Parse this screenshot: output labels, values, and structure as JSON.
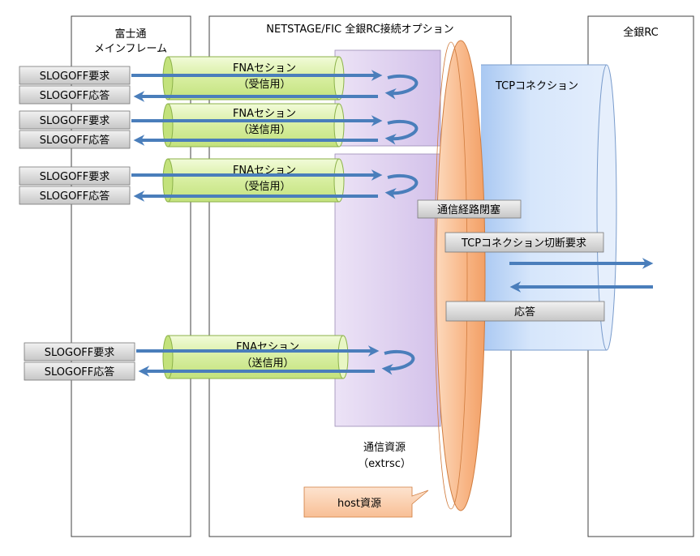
{
  "columns": {
    "fujitsu": [
      "富士通",
      "メインフレーム"
    ],
    "netstage": "NETSTAGE/FIC 全銀RC接続オプション",
    "zengin": "全銀RC"
  },
  "sessions": [
    {
      "title": "FNAセション",
      "sub": "（受信用）",
      "request": "SLOGOFF要求",
      "response": "SLOGOFF応答"
    },
    {
      "title": "FNAセション",
      "sub": "（送信用）",
      "request": "SLOGOFF要求",
      "response": "SLOGOFF応答"
    },
    {
      "title": "FNAセション",
      "sub": "（受信用）",
      "request": "SLOGOFF要求",
      "response": "SLOGOFF応答"
    },
    {
      "title": "FNAセション",
      "sub": "（送信用）",
      "request": "SLOGOFF要求",
      "response": "SLOGOFF応答"
    }
  ],
  "tcp": {
    "title": "TCPコネクション",
    "close_path": "通信経路閉塞",
    "disconnect_request": "TCPコネクション切断要求",
    "response": "応答"
  },
  "resource": [
    "通信資源",
    "（extrsc）"
  ],
  "host_resource": "host資源",
  "colors": {
    "arrow": "#4a7ebb",
    "fna_green": "#d9f0a3",
    "purple": "#ddd0ee",
    "orange": "#f8b98c",
    "tcp_blue": "#cfe2fb",
    "label_gray": "#d4d4d4"
  }
}
